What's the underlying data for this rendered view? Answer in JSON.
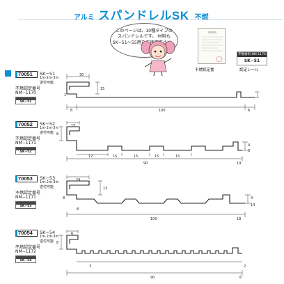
{
  "header": {
    "prefix": "アルミ",
    "title": "スパンドレルSK",
    "suffix": "不燃"
  },
  "note": {
    "lines": [
      "このページは、10種タイプの",
      "スパンドレルです。 材料も",
      "SK−51〜55用をご使用下さい。"
    ]
  },
  "documents": {
    "cert_caption": "不燃認定書",
    "label_header": "不燃材料 NM-1170",
    "label_code": "SK−51",
    "label_caption": "認定シール"
  },
  "colors": {
    "accent": "#0b8fd3",
    "text": "#222222"
  },
  "products": [
    {
      "number": "70051",
      "code": "SK−51",
      "lengths": "1m·2m·3m",
      "note": "逆付可能",
      "cert_label": "不燃認定番号",
      "cert_number": "NM−1170",
      "badge": "SK−51",
      "dims": [
        "30",
        "15",
        "1",
        "8",
        "6",
        "100"
      ]
    },
    {
      "number": "70052",
      "code": "SK−52",
      "lengths": "1m·2m·3m",
      "note": "逆付可能",
      "cert_label": "不燃認定番号",
      "cert_number": "NM−1171",
      "badge": "SK−52",
      "dims": [
        "15",
        "8",
        "12",
        "15",
        "15",
        "15",
        "15",
        "90",
        "19",
        "4",
        "8"
      ]
    },
    {
      "number": "70053",
      "code": "SK−53",
      "lengths": "1m·2m·3m",
      "note": "逆付可能",
      "cert_label": "不燃認定番号",
      "cert_number": "NM−1171",
      "badge": "SK−53",
      "dims": [
        "24",
        "13",
        "8",
        "8",
        "100",
        "18",
        "4",
        "14"
      ]
    },
    {
      "number": "70054",
      "code": "SK−54",
      "lengths": "1m·2m·3m",
      "note": "逆付可能",
      "cert_label": "不燃認定番号",
      "cert_number": "NM−1172",
      "badge": "SK−54",
      "dims": [
        "6",
        "8",
        "3",
        "90",
        "2",
        "6"
      ]
    }
  ]
}
